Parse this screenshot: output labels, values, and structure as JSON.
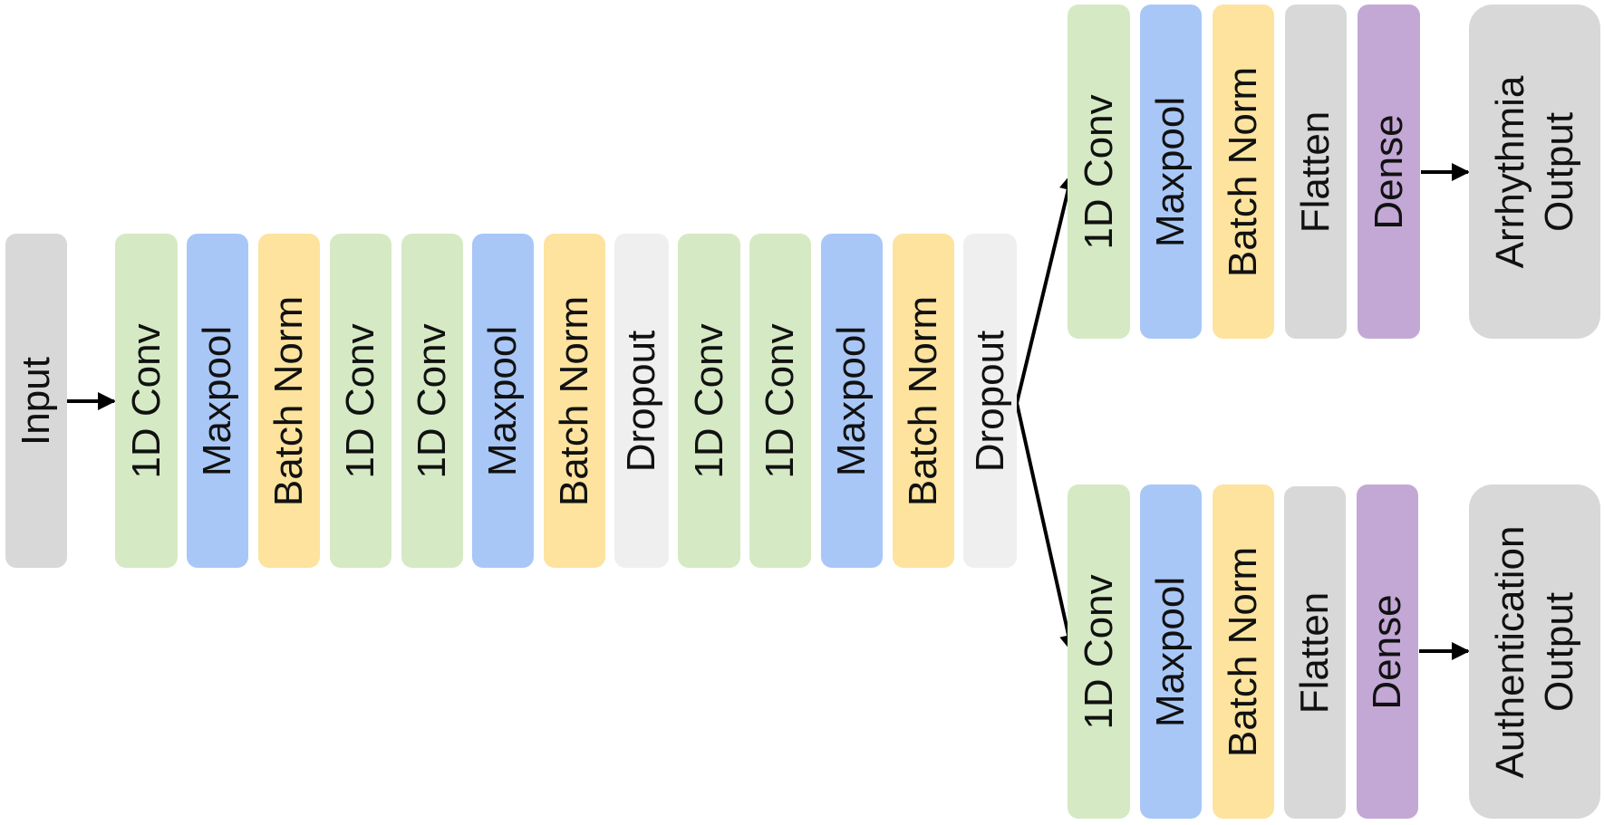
{
  "diagram": {
    "colors": {
      "conv": "#d5eac4",
      "pool": "#a8c7f6",
      "norm": "#fde39e",
      "dropout": "#efefef",
      "io": "#d8d8d8",
      "dense": "#c3a8d6",
      "arrow": "#000000"
    },
    "input": {
      "label": "Input"
    },
    "shared": [
      {
        "label": "1D Conv"
      },
      {
        "label": "Maxpool"
      },
      {
        "label": "Batch Norm"
      },
      {
        "label": "1D Conv"
      },
      {
        "label": "1D Conv"
      },
      {
        "label": "Maxpool"
      },
      {
        "label": "Batch Norm"
      },
      {
        "label": "Dropout"
      },
      {
        "label": "1D Conv"
      },
      {
        "label": "1D Conv"
      },
      {
        "label": "Maxpool"
      },
      {
        "label": "Batch Norm"
      },
      {
        "label": "Dropout"
      }
    ],
    "branches": [
      {
        "layers": [
          {
            "label": "1D Conv"
          },
          {
            "label": "Maxpool"
          },
          {
            "label": "Batch Norm"
          },
          {
            "label": "Flatten"
          },
          {
            "label": "Dense"
          }
        ],
        "output": {
          "line1": "Arrhythmia",
          "line2": "Output"
        }
      },
      {
        "layers": [
          {
            "label": "1D Conv"
          },
          {
            "label": "Maxpool"
          },
          {
            "label": "Batch Norm"
          },
          {
            "label": "Flatten"
          },
          {
            "label": "Dense"
          }
        ],
        "output": {
          "line1": "Authentication",
          "line2": "Output"
        }
      }
    ]
  }
}
